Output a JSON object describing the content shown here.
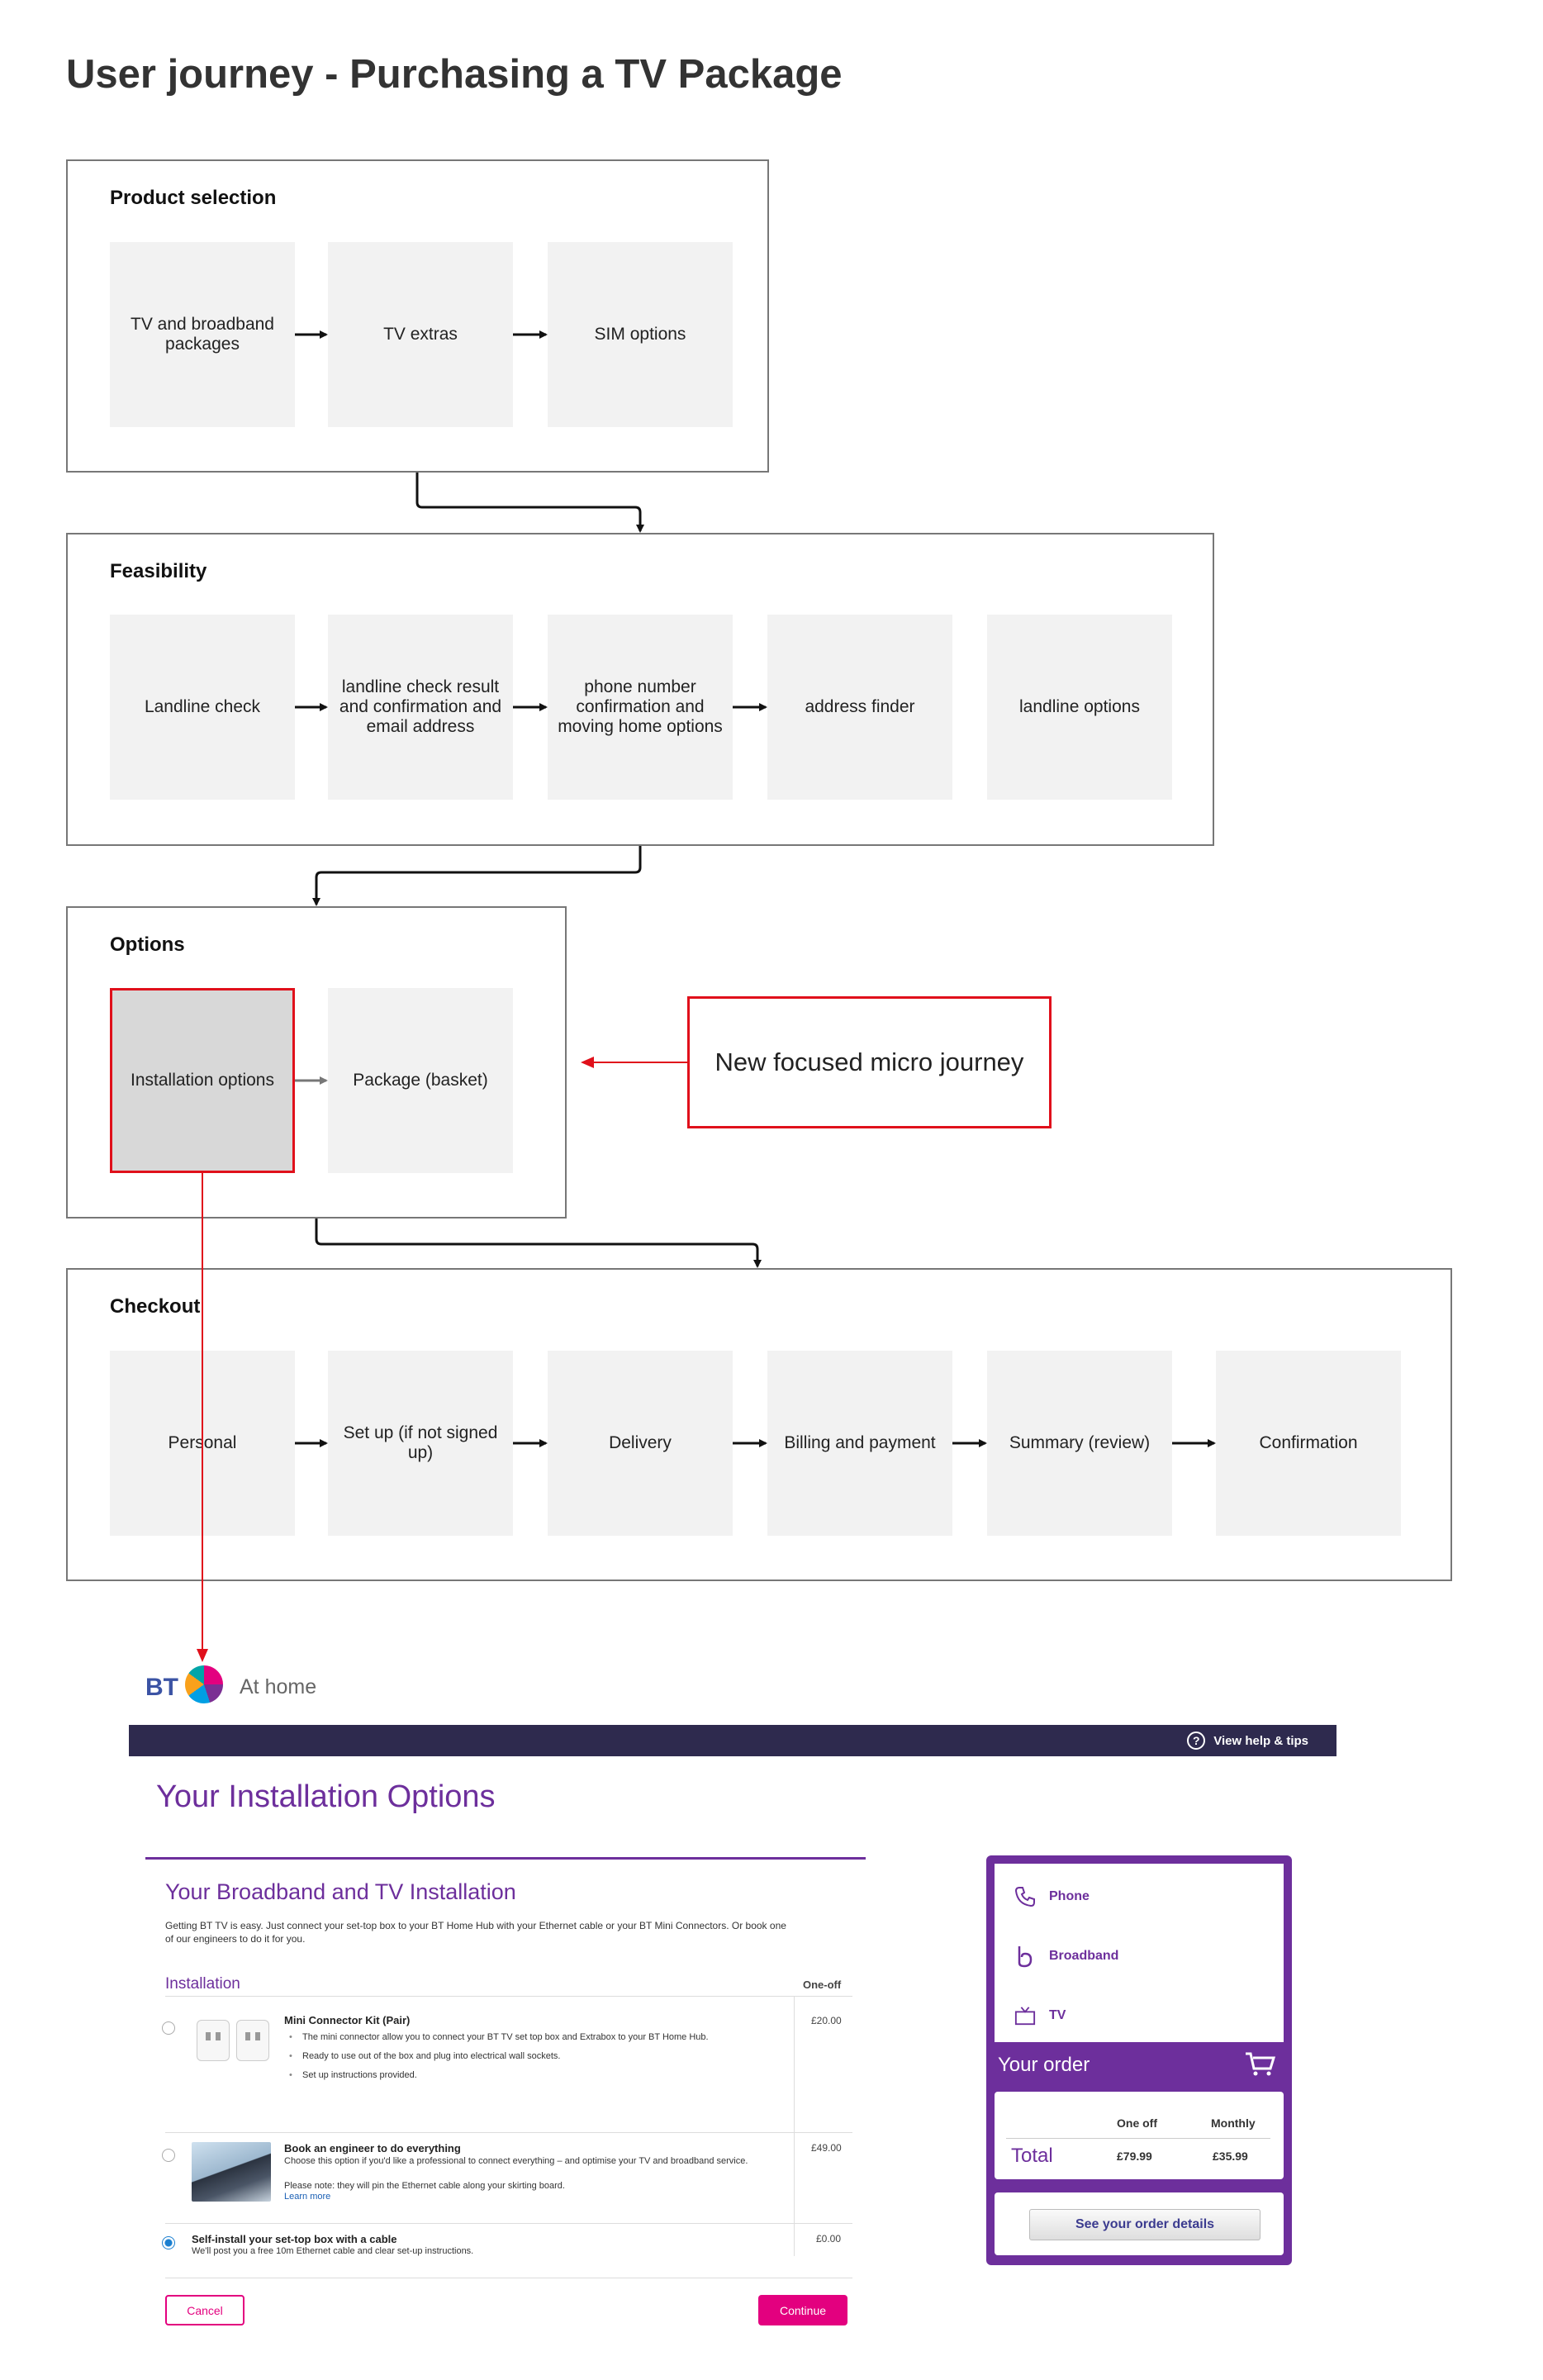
{
  "title": "User journey - Purchasing a TV Package",
  "stages": {
    "product_selection": {
      "label": "Product selection",
      "steps": [
        "TV and broadband packages",
        "TV extras",
        "SIM options"
      ]
    },
    "feasibility": {
      "label": "Feasibility",
      "steps": [
        "Landline check",
        "landline check result and confirmation and email address",
        "phone number confirmation and moving home options",
        "address finder",
        "landline options"
      ]
    },
    "options": {
      "label": "Options",
      "steps": [
        "Installation options",
        "Package (basket)"
      ]
    },
    "checkout": {
      "label": "Checkout",
      "steps": [
        "Personal",
        "Set up (if not signed up)",
        "Delivery",
        "Billing and payment",
        "Summary (review)",
        "Confirmation"
      ]
    }
  },
  "callout": "New focused micro journey",
  "colors": {
    "highlight": "#e0101b",
    "bt_purple": "#6d2f9c",
    "bt_pink": "#e3007f",
    "bt_bar": "#2e2a4e"
  },
  "bt": {
    "logo": "BT",
    "at_home": "At home",
    "help": "View help & tips",
    "page_title": "Your Installation Options",
    "section_title": "Your Broadband and TV Installation",
    "intro": "Getting BT TV is easy. Just connect your set-top box to your BT Home Hub with your Ethernet cable or your BT Mini Connectors. Or book one of our engineers to do it for you.",
    "col_installation": "Installation",
    "col_oneoff": "One-off",
    "options": [
      {
        "title": "Mini Connector Kit (Pair)",
        "bullets": [
          "The mini connector allow you to connect your BT TV set top box and Extrabox to your BT Home Hub.",
          "Ready to use out of the box and plug into electrical wall sockets.",
          "Set up instructions provided."
        ],
        "price": "£20.00",
        "selected": false
      },
      {
        "title": "Book an engineer to do everything",
        "text": "Choose this option if you'd like a professional to connect everything – and optimise your TV and broadband service.",
        "note": "Please note: they will pin the Ethernet cable along your skirting board.",
        "link": "Learn more",
        "price": "£49.00",
        "selected": false
      },
      {
        "title": "Self-install your set-top box with a cable",
        "text": "We'll post you a free 10m Ethernet cable and clear set-up instructions.",
        "price": "£0.00",
        "selected": true
      }
    ],
    "cancel": "Cancel",
    "continue": "Continue",
    "order": {
      "products": [
        {
          "icon": "phone-icon",
          "label": "Phone"
        },
        {
          "icon": "broadband-icon",
          "label": "Broadband"
        },
        {
          "icon": "tv-icon",
          "label": "TV"
        }
      ],
      "title": "Your order",
      "col_oneoff": "One off",
      "col_monthly": "Monthly",
      "total_label": "Total",
      "total_oneoff": "£79.99",
      "total_monthly": "£35.99",
      "details_button": "See your order details"
    }
  }
}
